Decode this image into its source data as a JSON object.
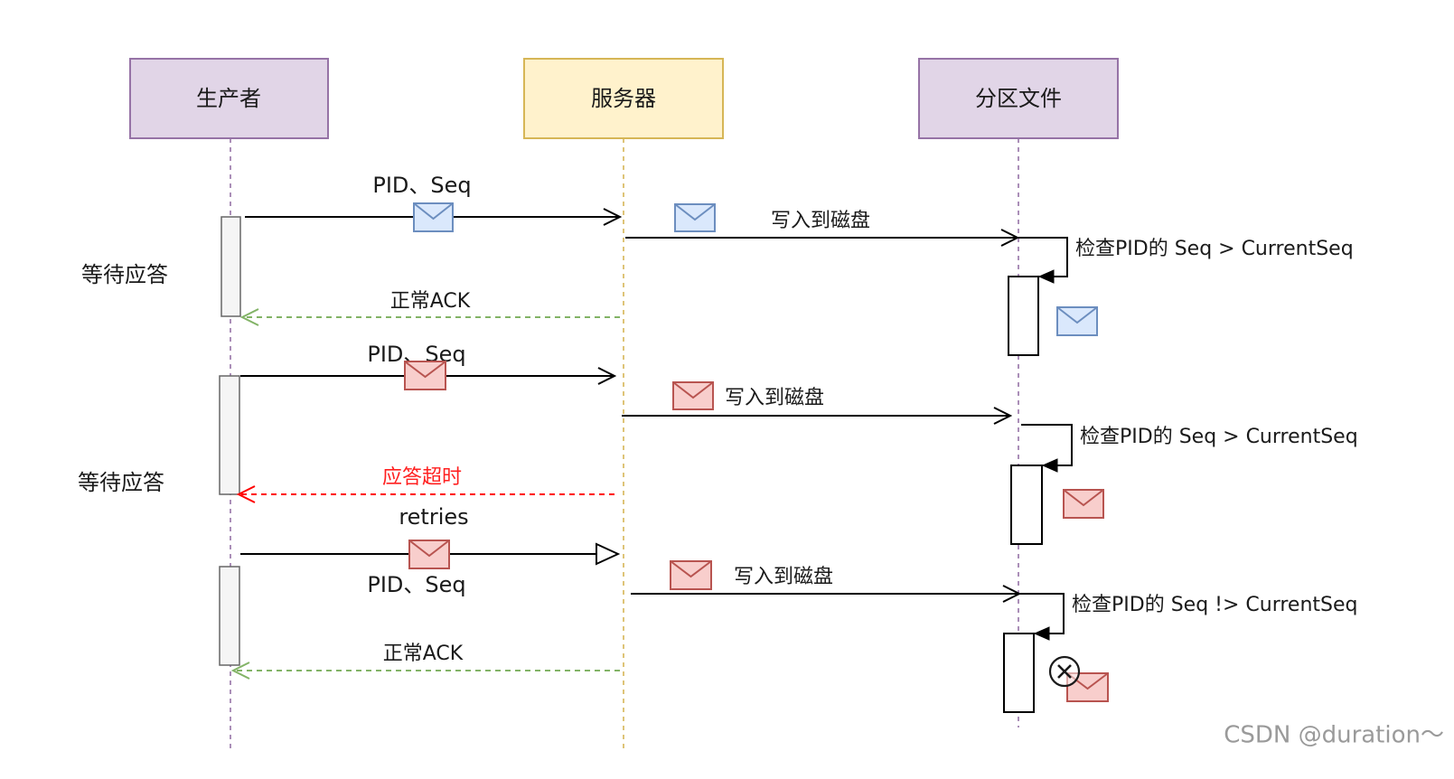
{
  "colors": {
    "producer_fill": "#e1d5e7",
    "producer_stroke": "#9673a6",
    "server_fill": "#fff2cc",
    "server_stroke": "#d6b656",
    "partition_fill": "#e1d5e7",
    "partition_stroke": "#9673a6",
    "ack_line": "#82b366",
    "timeout_line": "#ff0000",
    "blue_envelope_fill": "#dae8fc",
    "blue_envelope_stroke": "#6c8ebf",
    "red_envelope_fill": "#f8cecc",
    "red_envelope_stroke": "#b85450"
  },
  "actors": {
    "producer": "生产者",
    "server": "服务器",
    "partition": "分区文件"
  },
  "labels": {
    "wait1": "等待应答",
    "wait2": "等待应答",
    "msg1_send": "PID、Seq",
    "msg1_write": "写入到磁盘",
    "msg1_check": "检查PID的 Seq > CurrentSeq",
    "msg1_ack": "正常ACK",
    "msg2_send": "PID、Seq",
    "msg2_write": "写入到磁盘",
    "msg2_check": "检查PID的 Seq > CurrentSeq",
    "msg2_timeout": "应答超时",
    "retry_label": "retries",
    "msg3_send": "PID、Seq",
    "msg3_write": "写入到磁盘",
    "msg3_check": "检查PID的 Seq !> CurrentSeq",
    "msg3_ack": "正常ACK"
  },
  "icons": {
    "envelope": "envelope-icon",
    "reject": "circle-x-icon"
  },
  "watermark": "CSDN @duration～"
}
